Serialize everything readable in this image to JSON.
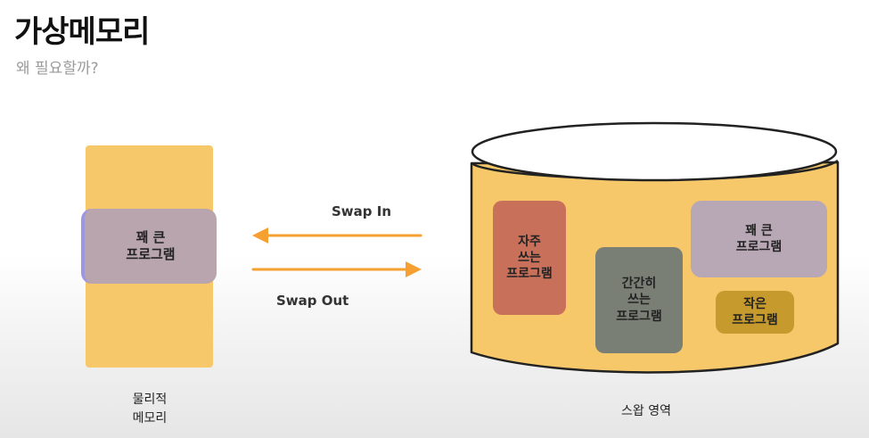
{
  "header": {
    "title": "가상메모리",
    "subtitle": "왜 필요할까?"
  },
  "physical_memory": {
    "program_lines": [
      "꽤 큰",
      "프로그램"
    ],
    "label_lines": [
      "물리적",
      "메모리"
    ]
  },
  "arrows": {
    "swap_in": "Swap In",
    "swap_out": "Swap Out",
    "color": "#f5a030"
  },
  "swap_area": {
    "label": "스왑 영역",
    "programs": [
      {
        "lines": [
          "자주",
          "쓰는",
          "프로그램"
        ],
        "color": "#c8705a"
      },
      {
        "lines": [
          "간간히",
          "쓰는",
          "프로그램"
        ],
        "color": "#7a7f76"
      },
      {
        "lines": [
          "꽤 큰",
          "프로그램"
        ],
        "color": "#b8a7b5"
      },
      {
        "lines": [
          "작은",
          "프로그램"
        ],
        "color": "#c69a2c"
      }
    ]
  },
  "colors": {
    "memory": "#f7c86a",
    "outline": "#222222"
  }
}
